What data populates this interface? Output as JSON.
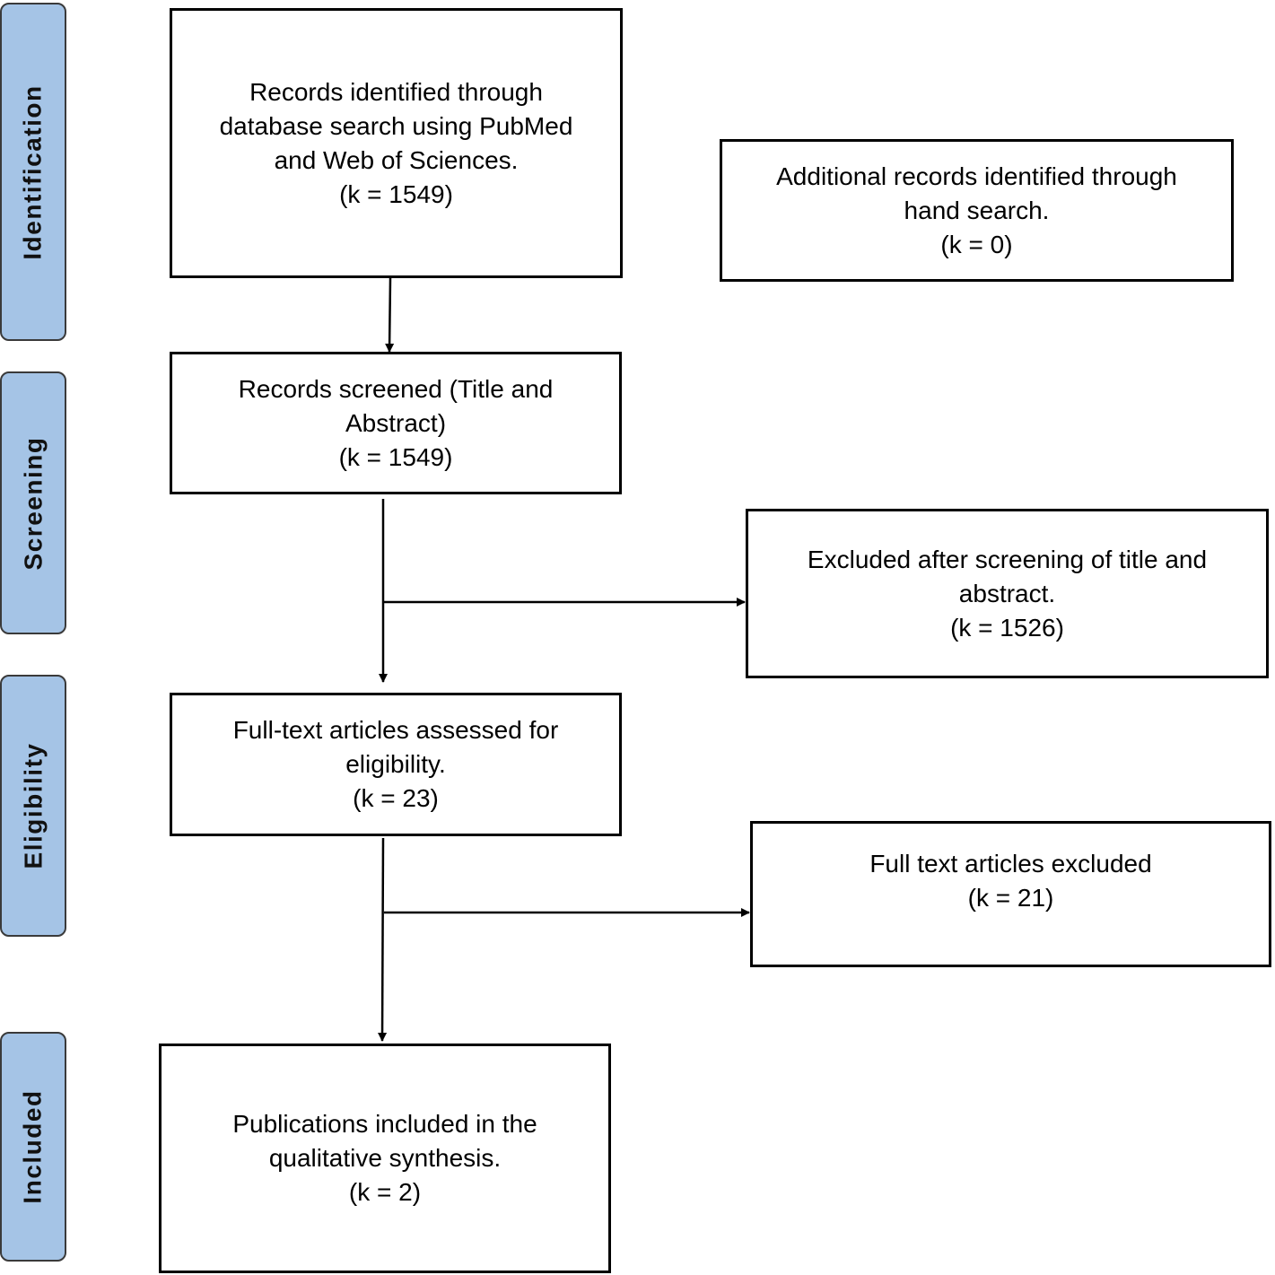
{
  "stages": {
    "identification": "Identification",
    "screening": "Screening",
    "eligibility": "Eligibility",
    "included": "Included"
  },
  "boxes": {
    "database_search": {
      "lines": [
        "Records identified through",
        "database search using PubMed",
        "and Web of Sciences."
      ],
      "count": "(k = 1549)"
    },
    "hand_search": {
      "lines": [
        "Additional records identified through",
        "hand search."
      ],
      "count": "(k = 0)"
    },
    "screened": {
      "lines": [
        "Records screened (Title and",
        "Abstract)"
      ],
      "count": "(k = 1549)"
    },
    "excluded_screening": {
      "lines": [
        "Excluded after screening of title and",
        "abstract."
      ],
      "count": "(k = 1526)"
    },
    "full_text_assessed": {
      "lines": [
        "Full-text articles assessed for",
        "eligibility."
      ],
      "count": "(k = 23)"
    },
    "full_text_excluded": {
      "lines": [
        "Full text articles excluded"
      ],
      "count": "(k = 21)"
    },
    "included": {
      "lines": [
        "Publications included in the",
        "qualitative synthesis."
      ],
      "count": "(k = 2)"
    }
  },
  "colors": {
    "stage_fill": "#a5c4e6",
    "stage_border": "#3a3a3a",
    "box_border": "#000000",
    "arrow": "#000000"
  }
}
